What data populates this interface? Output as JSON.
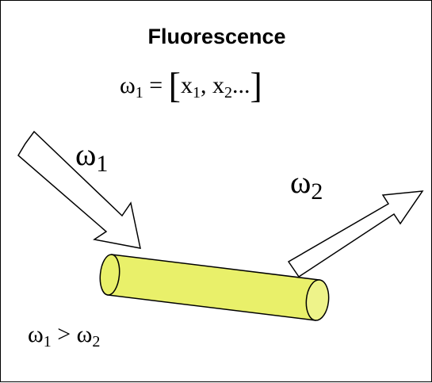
{
  "title": "Fluorescence",
  "formula": {
    "lhs_symbol": "ω",
    "lhs_sub": "1",
    "equals": "=",
    "open_bracket": "[",
    "x1": "x",
    "x1_sub": "1",
    "separator": ",",
    "x2": "x",
    "x2_sub": "2",
    "ellipsis": "...",
    "close_bracket": "]"
  },
  "incoming_label": {
    "symbol": "ω",
    "sub": "1"
  },
  "outgoing_label": {
    "symbol": "ω",
    "sub": "2"
  },
  "relation": {
    "a": "ω",
    "a_sub": "1",
    "op": ">",
    "b": "ω",
    "b_sub": "2"
  },
  "colors": {
    "cylinder_fill": "#E9F06A",
    "cylinder_cap": "#EEF38A",
    "outline": "#000000",
    "arrow_fill": "#FFFFFF"
  }
}
